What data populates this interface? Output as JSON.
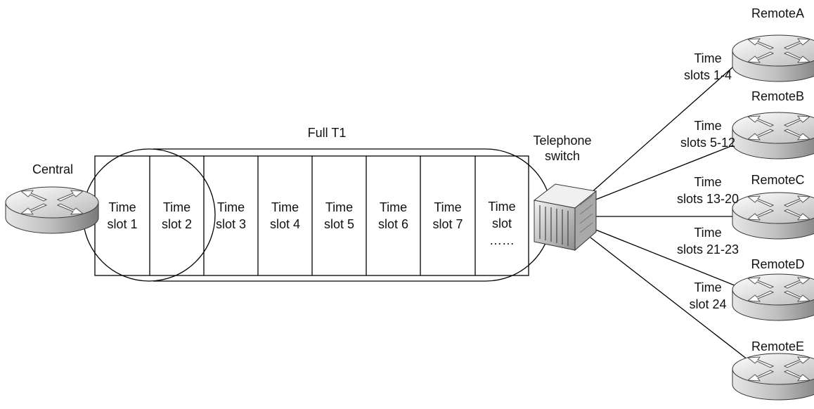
{
  "title": "Full T1",
  "central": {
    "label": "Central"
  },
  "switch": {
    "label_line1": "Telephone",
    "label_line2": "switch"
  },
  "time_slots": [
    {
      "line1": "Time",
      "line2": "slot 1"
    },
    {
      "line1": "Time",
      "line2": "slot 2"
    },
    {
      "line1": "Time",
      "line2": "slot 3"
    },
    {
      "line1": "Time",
      "line2": "slot 4"
    },
    {
      "line1": "Time",
      "line2": "slot 5"
    },
    {
      "line1": "Time",
      "line2": "slot 6"
    },
    {
      "line1": "Time",
      "line2": "slot 7"
    },
    {
      "line1": "Time",
      "line2": "slot",
      "line3": "……"
    }
  ],
  "remotes": [
    {
      "name": "RemoteA",
      "link_line1": "Time",
      "link_line2": "slots 1-4"
    },
    {
      "name": "RemoteB",
      "link_line1": "Time",
      "link_line2": "slots 5-12"
    },
    {
      "name": "RemoteC",
      "link_line1": "Time",
      "link_line2": "slots 13-20"
    },
    {
      "name": "RemoteD",
      "link_line1": "Time",
      "link_line2": "slots 21-23"
    },
    {
      "name": "RemoteE",
      "link_line1": "Time",
      "link_line2": "slot 24"
    }
  ],
  "colors": {
    "line": "#000000",
    "router_light": "#f2f2f2",
    "router_dark": "#9a9a9a",
    "switch_body": "#cfcfcf"
  }
}
